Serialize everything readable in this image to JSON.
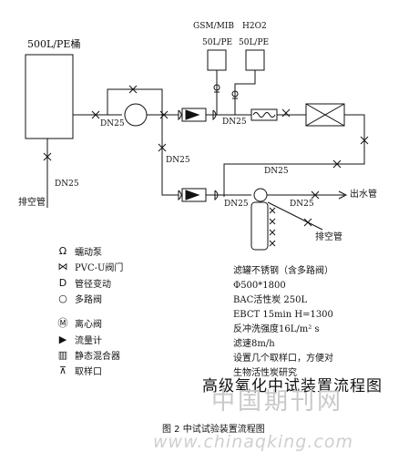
{
  "labels": {
    "tank_main": "500L/PE桶",
    "gsm_mib": "GSM/MIB",
    "h2o2": "H2O2",
    "tank_gsm": "50L/PE",
    "tank_h2o2": "50L/PE",
    "dn25": "DN25",
    "drain": "排空管",
    "outlet": "出水管"
  },
  "legend": [
    {
      "icon": "蠕动泵",
      "sym": "Ω",
      "label": "蠕动泵"
    },
    {
      "icon": "pvc-valve",
      "sym": "⋈",
      "label": "PVC-U阀门"
    },
    {
      "icon": "pipe-change",
      "sym": "D",
      "label": "管径变动"
    },
    {
      "icon": "multi-valve",
      "sym": "○",
      "label": "多路阀"
    },
    {
      "icon": "centrifugal-valve",
      "sym": "Ⓜ",
      "label": "离心阀"
    },
    {
      "icon": "flowmeter",
      "sym": "▶",
      "label": "流量计"
    },
    {
      "icon": "static-mixer",
      "sym": "▥",
      "label": "静态混合器"
    },
    {
      "icon": "sampling-port",
      "sym": "⊼",
      "label": "取样口"
    }
  ],
  "specs": [
    "滤罐不锈钢（含多路阀）",
    "Φ500*1800",
    "BAC活性炭 250L",
    "EBCT 15min H=1300",
    "反冲洗强度16L/m² s",
    "滤速8m/h",
    "设置几个取样口，方便对",
    "生物活性炭研究"
  ],
  "title": "高级氧化中试装置流程图",
  "caption": "图 2   中试试验装置流程图",
  "watermark": "中国期刊网",
  "watermark_url": "www.chinaqking.com"
}
